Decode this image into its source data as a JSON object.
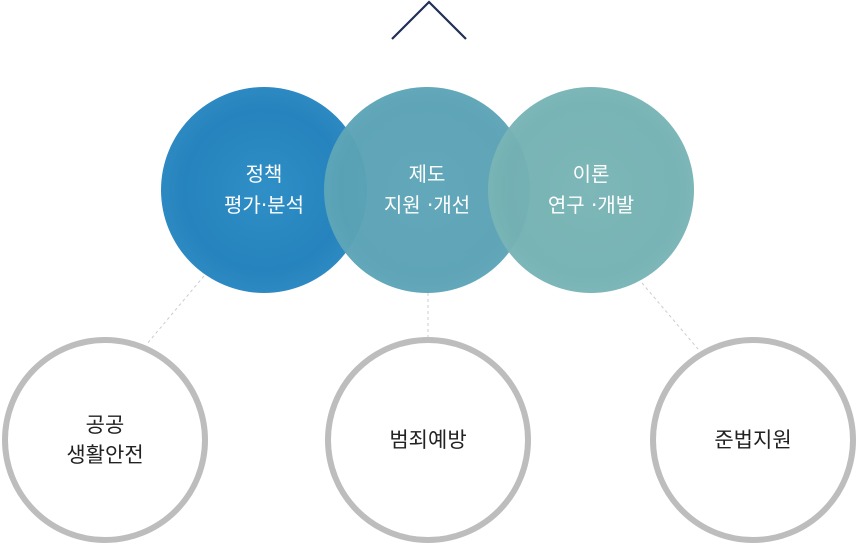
{
  "top_circles": [
    {
      "line1": "정책",
      "line2": "평가·분석"
    },
    {
      "line1": "제도",
      "line2": "지원 ·개선"
    },
    {
      "line1": "이론",
      "line2": "연구 ·개발"
    }
  ],
  "bottom_circles": [
    {
      "line1": "공공",
      "line2": "생활안전"
    },
    {
      "line1": "범죄예방",
      "line2": ""
    },
    {
      "line1": "준법지원",
      "line2": ""
    }
  ],
  "colors": {
    "chevron": "#1f2f55",
    "circle1": "#2683bd",
    "circle2": "#5aa2b5",
    "circle3": "#74b1b3",
    "bottom_border": "#bdbdbd",
    "connector": "#cccccc"
  },
  "icons": {
    "top": "chevron-up-icon"
  }
}
